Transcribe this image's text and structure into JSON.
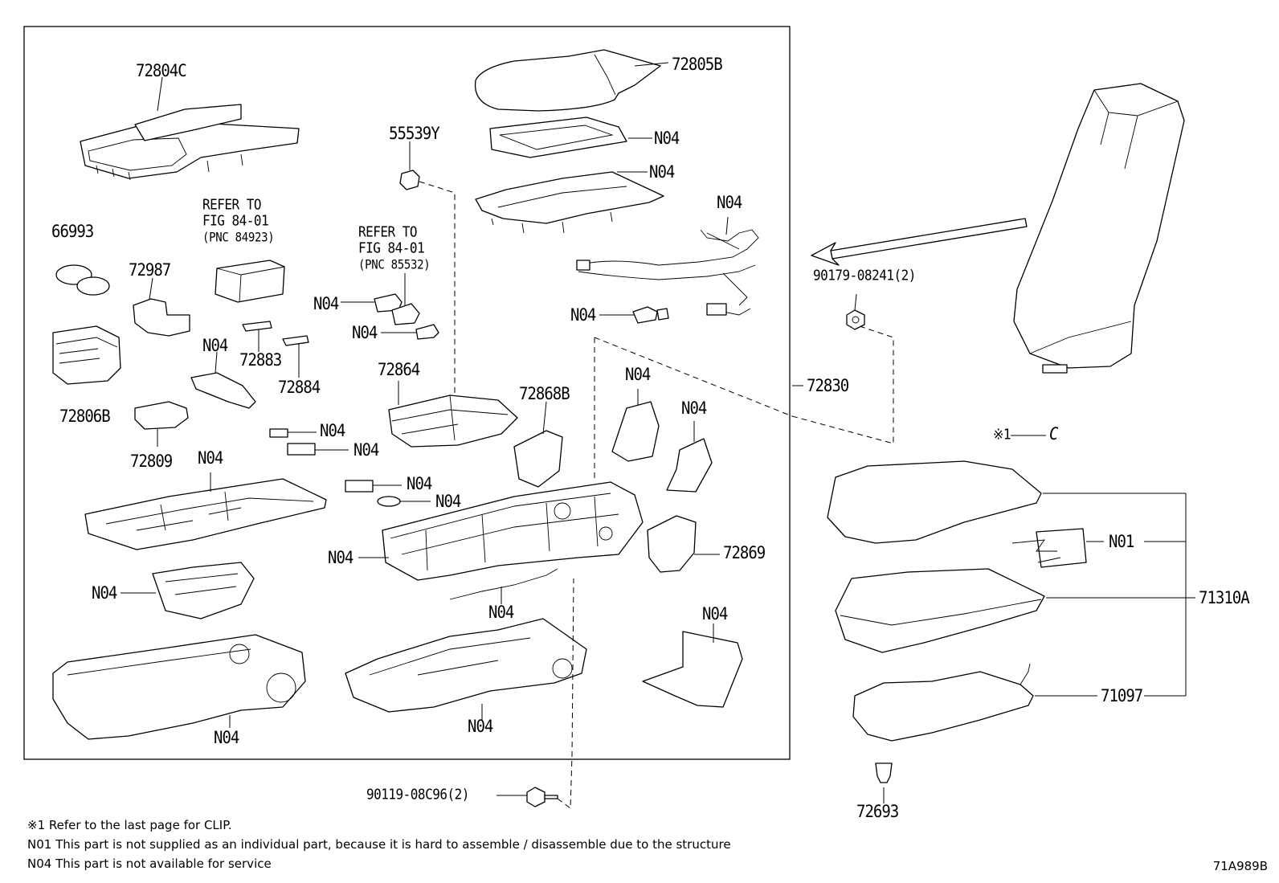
{
  "labels": {
    "p72804C": "72804C",
    "p72805B": "72805B",
    "p55539Y": "55539Y",
    "p66993": "66993",
    "p72987": "72987",
    "p72806B": "72806B",
    "p72809": "72809",
    "p72883": "72883",
    "p72884": "72884",
    "p72864": "72864",
    "p72868B": "72868B",
    "p72869": "72869",
    "p72830": "72830",
    "p90179": "90179-08241(2)",
    "p90119": "90119-08C96(2)",
    "p71310A": "71310A",
    "p71097": "71097",
    "p72693": "72693",
    "n01": "N01",
    "n04": "N04",
    "clip_ref": "※1",
    "clip_letter": "C"
  },
  "refers": [
    {
      "line1": "REFER TO",
      "line2": "FIG 84-01",
      "line3": "(PNC 84923)"
    },
    {
      "line1": "REFER TO",
      "line2": "FIG 84-01",
      "line3": "(PNC 85532)"
    }
  ],
  "notes": [
    "※1 Refer to the last page for CLIP.",
    "N01 This part is not supplied as an individual part, because it is hard to assemble / disassemble due to the structure",
    "N04 This part is not available for service"
  ],
  "figure_code": "71A989B"
}
